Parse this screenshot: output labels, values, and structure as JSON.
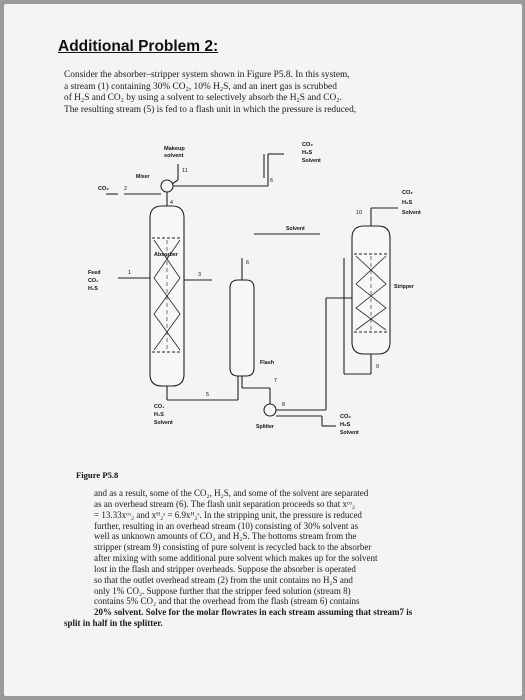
{
  "problem": {
    "title": "Additional Problem 2:",
    "intro_lines": [
      "Consider the absorber–stripper system shown in Figure P5.8. In this system,",
      "a stream (1) containing 30% CO₂, 10% H₂S, and an inert gas is scrubbed",
      "of H₂S and CO₂ by using a solvent to selectively absorb the H₂S and CO₂.",
      "The resulting stream (5) is fed to a flash unit in which the pressure is reduced,"
    ]
  },
  "diagram": {
    "makeup_label_1": "Makeup",
    "makeup_label_2": "solvent",
    "mixer_label": "Mixer",
    "absorber_label": "Absorber",
    "flash_label": "Flash",
    "splitter_label": "Splitter",
    "stripper_label": "Stripper",
    "solvent_label": "Solvent",
    "feed_label": "Feed",
    "co2": "CO₂",
    "h2s": "H₂S",
    "solvent_word": "Solvent",
    "streams": [
      "1",
      "2",
      "3",
      "4",
      "5",
      "6",
      "6",
      "7",
      "8",
      "9",
      "10",
      "11"
    ]
  },
  "figure": {
    "label": "Figure P5.8"
  },
  "body": {
    "lines": [
      "and as a result, some of the CO₂, H₂S, and some of the solvent are separated",
      "as an overhead stream (6). The flash unit separation proceeds so that xᶜᵒ₂",
      "= 13.33xᶜᵒ₂ and xᴴ₂ˢ = 6.9xᴴ₂ˢ. In the stripping unit, the pressure is reduced",
      "further, resulting in an overhead stream (10) consisting of 30% solvent as",
      "well as unknown amounts of CO₂ and H₂S. The bottoms stream from the",
      "stripper (stream 9) consisting of pure solvent is recycled back to the absorber",
      "after mixing with some additional pure solvent which makes up for the solvent",
      "lost in the flash and stripper overheads. Suppose the absorber is operated",
      "so that the outlet overhead stream (2) from the unit contains no H₂S and",
      "only 1% CO₂. Suppose further that the stripper feed solution (stream 8)",
      "contains 5% CO₂ and that the overhead from the flash (stream 6) contains",
      "20% solvent. Solve for the molar flowrates in each stream assuming that stream7 is"
    ],
    "last_line": "split in half in the splitter."
  }
}
